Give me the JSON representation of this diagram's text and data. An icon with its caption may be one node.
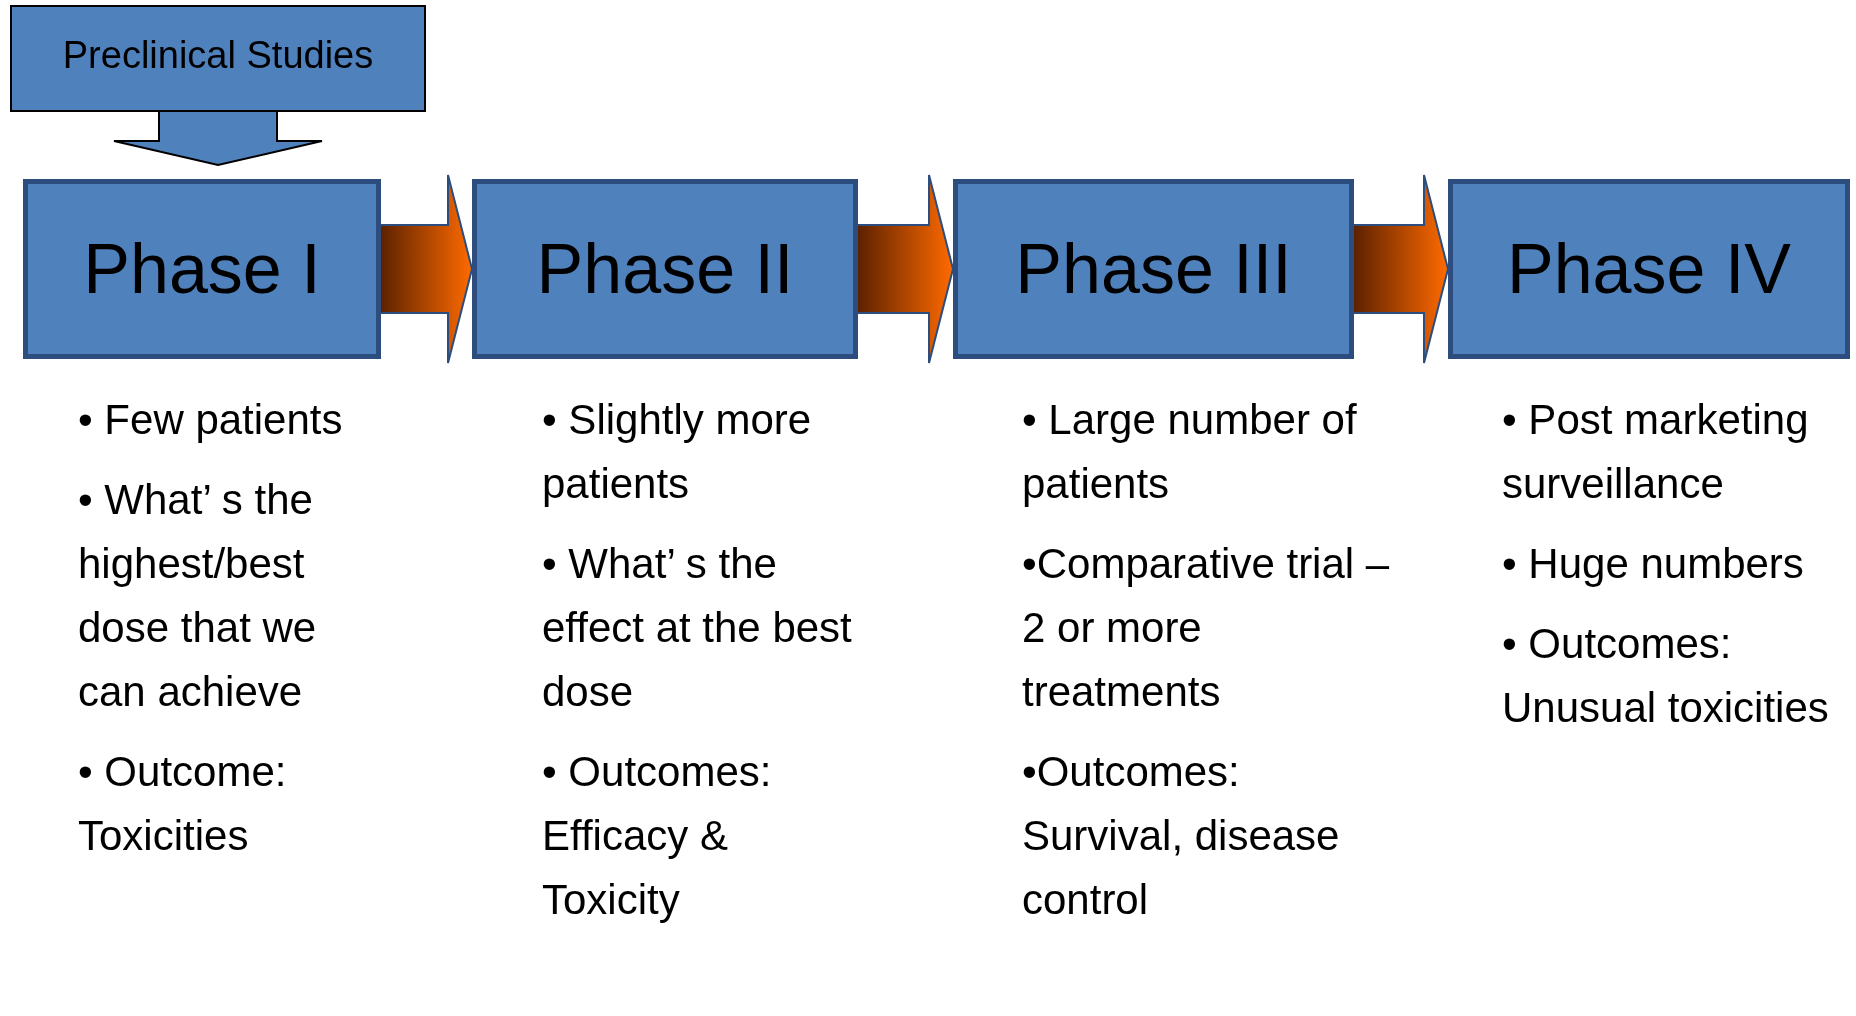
{
  "diagram": {
    "nodes": [
      {
        "text": [
          "Preclinical Studies"
        ]
      },
      {
        "text": [
          "Phase I"
        ],
        "beside": [
          "• Few patients",
          "• What’ s the highest/best dose that we can achieve",
          "• Outcome: Toxicities"
        ]
      },
      {
        "text": [
          "Phase II"
        ],
        "beside": [
          "• Slightly more patients",
          "• What’ s the effect at the best dose",
          "• Outcomes: Efficacy & Toxicity"
        ]
      },
      {
        "text": [
          "Phase III"
        ],
        "beside": [
          "• Large number of patients",
          "•Comparative trial – 2 or more treatments",
          "•Outcomes: Survival, disease control"
        ]
      },
      {
        "text": [
          "Phase IV"
        ],
        "beside": [
          "• Post marketing surveillance",
          "• Huge numbers",
          "• Outcomes: Unusual toxicities"
        ]
      }
    ],
    "edges": [
      {
        "from": 0,
        "to": 1,
        "arrow": "to",
        "color": "#4f81bd"
      },
      {
        "from": 1,
        "to": 2,
        "arrow": "to"
      },
      {
        "from": 2,
        "to": 3,
        "arrow": "to"
      },
      {
        "from": 3,
        "to": 4,
        "arrow": "to"
      }
    ]
  }
}
